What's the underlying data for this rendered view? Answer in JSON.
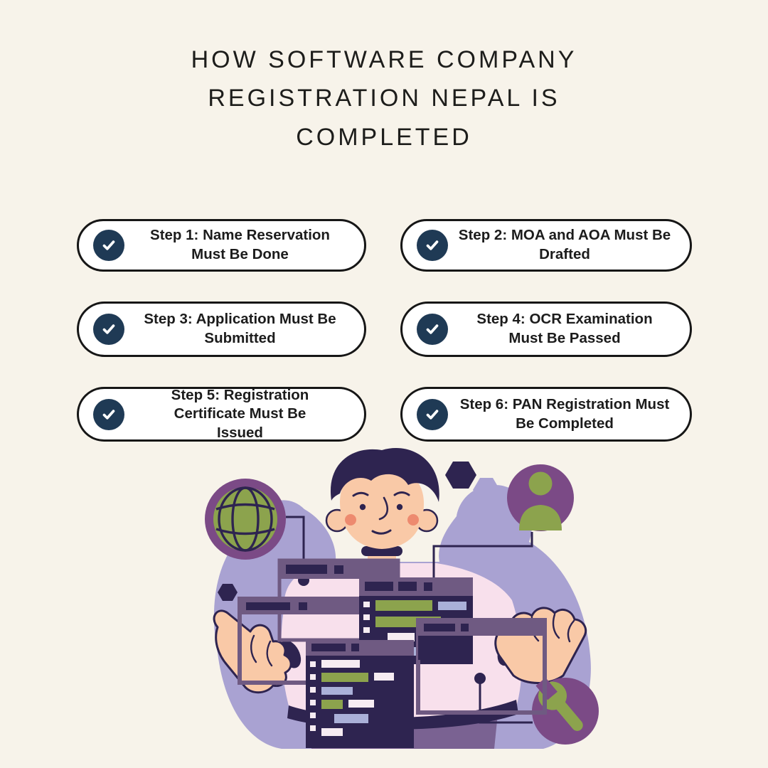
{
  "page": {
    "background_color": "#f7f3ea",
    "title": {
      "full": "HOW SOFTWARE COMPANY REGISTRATION NEPAL IS COMPLETED",
      "lines": [
        "HOW SOFTWARE COMPANY",
        "REGISTRATION NEPAL IS",
        "COMPLETED"
      ],
      "color": "#1d1d1b"
    },
    "steps": [
      {
        "label": "Step 1: Name Reservation Must Be Done",
        "icon": "check-icon"
      },
      {
        "label": "Step 2: MOA and AOA Must Be Drafted",
        "icon": "check-icon"
      },
      {
        "label": "Step 3: Application Must Be Submitted",
        "icon": "check-icon"
      },
      {
        "label": "Step 4: OCR Examination Must Be Passed",
        "icon": "check-icon"
      },
      {
        "label": "Step 5: Registration Certificate Must Be Issued",
        "icon": "check-icon"
      },
      {
        "label": "Step 6: PAN Registration Must Be Completed",
        "icon": "check-icon"
      }
    ],
    "step_style": {
      "pill_background": "#ffffff",
      "pill_border_color": "#161616",
      "check_circle_color": "#1f3a55",
      "check_mark_color": "#ffffff"
    },
    "illustration": {
      "description": "Developer man with dark hair and pink shirt surrounded by floating code windows on a lavender blob",
      "icons": [
        "globe-icon",
        "user-icon",
        "wrench-icon",
        "hexagon-shapes",
        "code-windows"
      ],
      "colors": {
        "lavender": "#a9a2d2",
        "icon_purple": "#7b4a86",
        "window_purple": "#6f5a82",
        "navy": "#2e2450",
        "green": "#8ca34d",
        "skin": "#f9c9a7",
        "cheek": "#ed8a6f",
        "shirt_pink": "#f8e0ec",
        "pants_purple": "#7a6292",
        "code_lavender": "#aab0d8",
        "code_white": "#f6ecf2"
      }
    }
  }
}
